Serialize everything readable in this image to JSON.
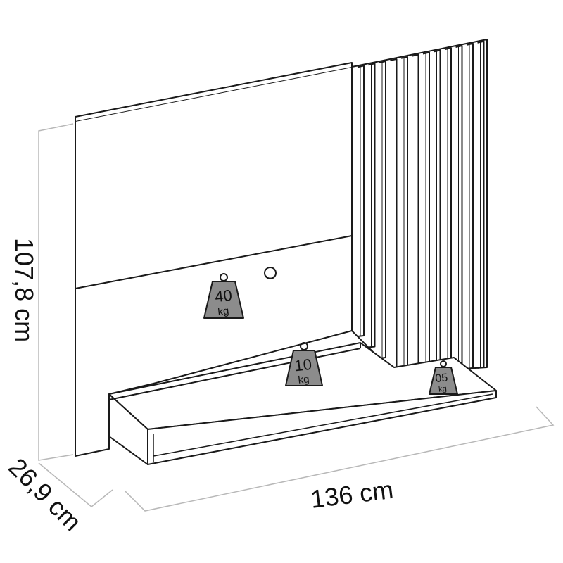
{
  "dimensions": {
    "height": "107,8 cm",
    "depth": "26,9 cm",
    "width": "136 cm"
  },
  "weights": {
    "panel": {
      "value": "40",
      "unit": "kg"
    },
    "shelf": {
      "value": "10",
      "unit": "kg"
    },
    "side": {
      "value": "05",
      "unit": "kg"
    }
  },
  "colors": {
    "line": "#1a1a1a",
    "dimension_line": "#b8b8b8",
    "weight_fill": "#8c8c8c"
  }
}
